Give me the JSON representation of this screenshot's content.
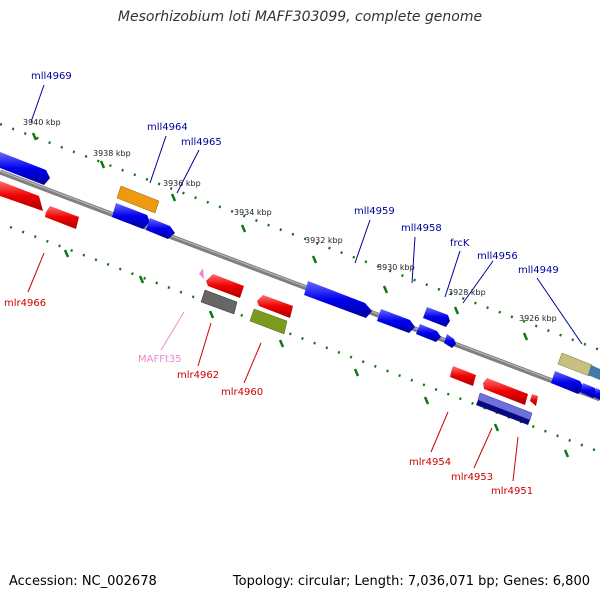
{
  "title": "Mesorhizobium loti MAFF303099, complete genome",
  "accession": "Accession: NC_002678",
  "summary": "Topology: circular; Length: 7,036,071 bp; Genes: 6,800",
  "colors": {
    "plus_label": "#000099",
    "minus_label": "#cc0000",
    "rna_label": "#ee88cc",
    "tick": "#117711",
    "backbone": "#808080"
  },
  "kbp_labels": [
    "3940 kbp",
    "3938 kbp",
    "3936 kbp",
    "3934 kbp",
    "3932 kbp",
    "3930 kbp",
    "3928 kbp",
    "3926 kbp"
  ],
  "gene_labels": [
    "mll4969",
    "mll4964",
    "mll4965",
    "mll4959",
    "mll4958",
    "frcK",
    "mll4956",
    "mll4949",
    "mlr4966",
    "MAFFt35",
    "mlr4962",
    "mlr4960",
    "mlr4954",
    "mlr4953",
    "mlr4951"
  ]
}
